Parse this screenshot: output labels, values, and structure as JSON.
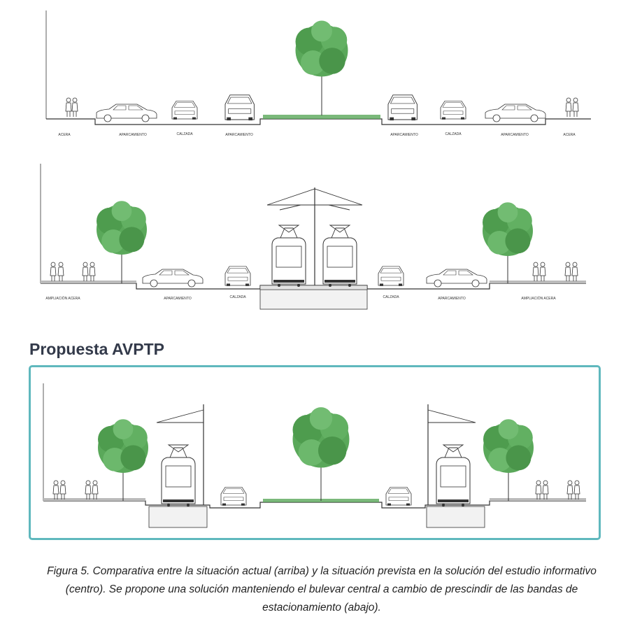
{
  "figure": {
    "section_current": {
      "labels": [
        "ACERA",
        "APARCAMIENTO",
        "CALZADA",
        "APARCAMIENTO",
        "APARCAMIENTO",
        "CALZADA",
        "APARCAMIENTO",
        "ACERA"
      ]
    },
    "section_planned": {
      "labels": [
        "AMPLIACIÓN ACERA",
        "APARCAMIENTO",
        "CALZADA",
        "CALZADA",
        "APARCAMIENTO",
        "AMPLIACIÓN ACERA"
      ]
    },
    "proposal": {
      "heading": "Propuesta AVPTP",
      "frame_color": "#5fb8bd"
    },
    "caption": "Figura 5. Comparativa entre la situación actual (arriba) y la situación prevista en la solución del estudio informativo (centro). Se propone una solución manteniendo el bulevar central a cambio de prescindir de las bandas de estacionamiento (abajo).",
    "colors": {
      "tree": "#4a9a4a",
      "line": "#333333",
      "frame": "#5fb8bd"
    }
  }
}
